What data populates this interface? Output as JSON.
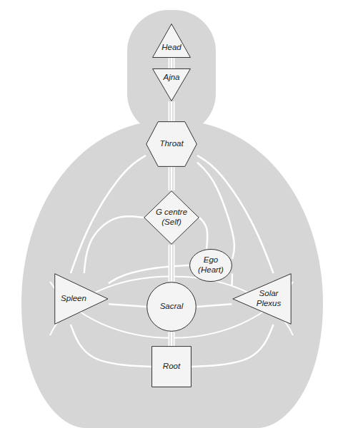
{
  "diagram": {
    "nodes": [
      {
        "text": [
          "Head"
        ]
      },
      {
        "text": [
          "Ajna"
        ]
      },
      {
        "text": [
          "Throat"
        ]
      },
      {
        "text": [
          "G centre (Self)"
        ]
      },
      {
        "text": [
          "Ego (Heart)"
        ]
      },
      {
        "text": [
          "Spleen"
        ]
      },
      {
        "text": [
          "Sacral"
        ]
      },
      {
        "text": [
          "Solar Plexus"
        ]
      },
      {
        "text": [
          "Root"
        ]
      }
    ],
    "edges": [
      {
        "from": 0,
        "to": 1,
        "arrow": "none"
      },
      {
        "from": 1,
        "to": 2,
        "arrow": "none"
      },
      {
        "from": 2,
        "to": 3,
        "arrow": "none"
      },
      {
        "from": 3,
        "to": 6,
        "arrow": "none"
      },
      {
        "from": 6,
        "to": 8,
        "arrow": "none"
      },
      {
        "from": 2,
        "to": 5,
        "arrow": "none"
      },
      {
        "from": 2,
        "to": 7,
        "arrow": "none"
      },
      {
        "from": 2,
        "to": 4,
        "arrow": "none"
      },
      {
        "from": 3,
        "to": 5,
        "arrow": "none"
      },
      {
        "from": 3,
        "to": 4,
        "arrow": "none"
      },
      {
        "from": 4,
        "to": 5,
        "arrow": "none"
      },
      {
        "from": 4,
        "to": 7,
        "arrow": "none"
      },
      {
        "from": 5,
        "to": 6,
        "arrow": "none"
      },
      {
        "from": 6,
        "to": 7,
        "arrow": "none"
      },
      {
        "from": 5,
        "to": 8,
        "arrow": "none"
      },
      {
        "from": 7,
        "to": 8,
        "arrow": "none"
      }
    ]
  }
}
